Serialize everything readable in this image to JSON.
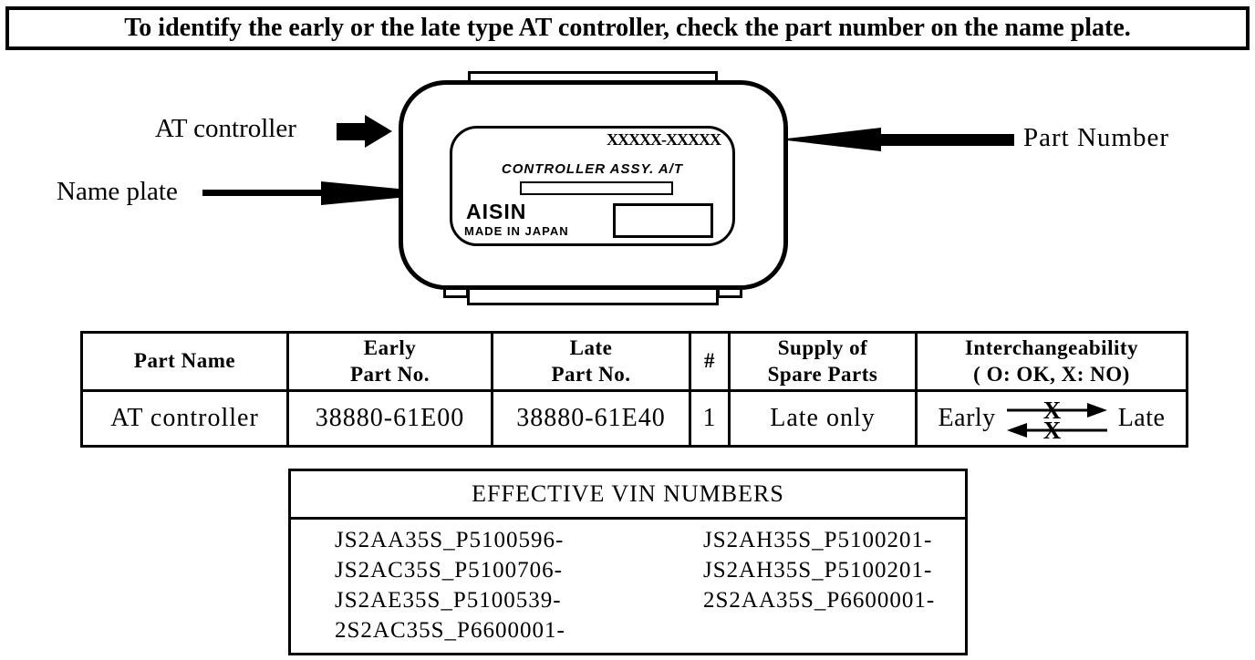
{
  "banner": {
    "text": "To identify the early or the late type AT controller, check the part number on the name plate."
  },
  "diagram": {
    "labels": {
      "at_controller": "AT controller",
      "name_plate": "Name plate",
      "part_number": "Part Number"
    },
    "name_plate": {
      "part_number_placeholder": "XXXXX-XXXXX",
      "assy_line": "CONTROLLER ASSY. A/T",
      "brand": "AISIN",
      "origin": "MADE IN JAPAN"
    }
  },
  "table": {
    "headers": [
      [
        "Part Name"
      ],
      [
        "Early",
        "Part No."
      ],
      [
        "Late",
        "Part No."
      ],
      [
        "#"
      ],
      [
        "Supply of",
        "Spare Parts"
      ],
      [
        "Interchangeability",
        "( O: OK, X: NO)"
      ]
    ],
    "row": {
      "part_name": "AT controller",
      "early_part_no": "38880-61E00",
      "late_part_no": "38880-61E40",
      "qty": "1",
      "supply": "Late only",
      "interchangeability": {
        "left": "Early",
        "right": "Late",
        "mark_top": "X",
        "mark_bottom": "X"
      }
    }
  },
  "vin": {
    "title": "EFFECTIVE VIN NUMBERS",
    "left": [
      "JS2AA35S_P5100596-",
      "JS2AC35S_P5100706-",
      "JS2AE35S_P5100539-",
      "2S2AC35S_P6600001-"
    ],
    "right": [
      "JS2AH35S_P5100201-",
      "JS2AH35S_P5100201-",
      "2S2AA35S_P6600001-"
    ]
  },
  "colors": {
    "ink": "#000000",
    "paper": "#ffffff"
  }
}
